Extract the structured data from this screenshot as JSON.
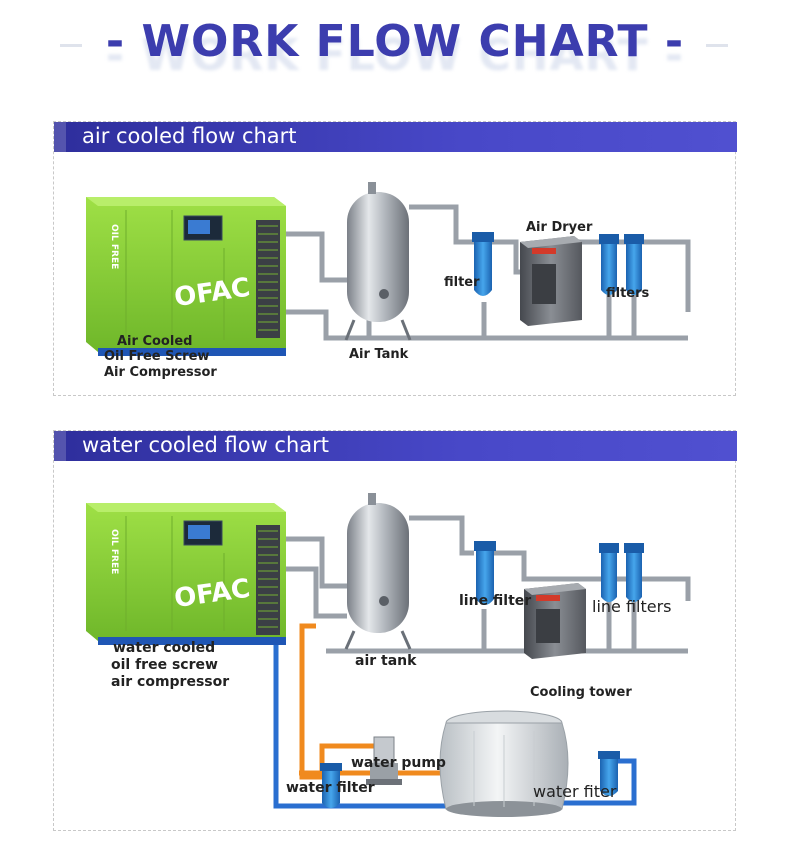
{
  "header": {
    "title": "- WORK FLOW CHART -"
  },
  "air_panel": {
    "title": "air cooled flow chart",
    "brand": "OFAC",
    "brand_side": "OIL FREE",
    "labels": {
      "compressor_line1": "Air Cooled",
      "compressor_line2": "Oil Free Screw",
      "compressor_line3": "Air Compressor",
      "tank": "Air Tank",
      "filter": "filter",
      "dryer": "Air Dryer",
      "filters": "filters"
    }
  },
  "water_panel": {
    "title": "water cooled flow chart",
    "brand": "OFAC",
    "brand_side": "OIL FREE",
    "labels": {
      "compressor_line1": "water cooled",
      "compressor_line2": "oil free screw",
      "compressor_line3": "air compressor",
      "tank": "air tank",
      "line_filter": "line filter",
      "line_filters": "line filters",
      "cooling_tower": "Cooling tower",
      "water_pump": "water pump",
      "water_filter_left": "water filter",
      "water_filter_right": "water fiter"
    }
  },
  "colors": {
    "brand_blue": "#3c3dae",
    "compressor_green": "#86cf3a",
    "filter_blue": "#2b86d6",
    "hot_pipe": "#f08a1e",
    "cold_pipe": "#2a6fd0"
  }
}
